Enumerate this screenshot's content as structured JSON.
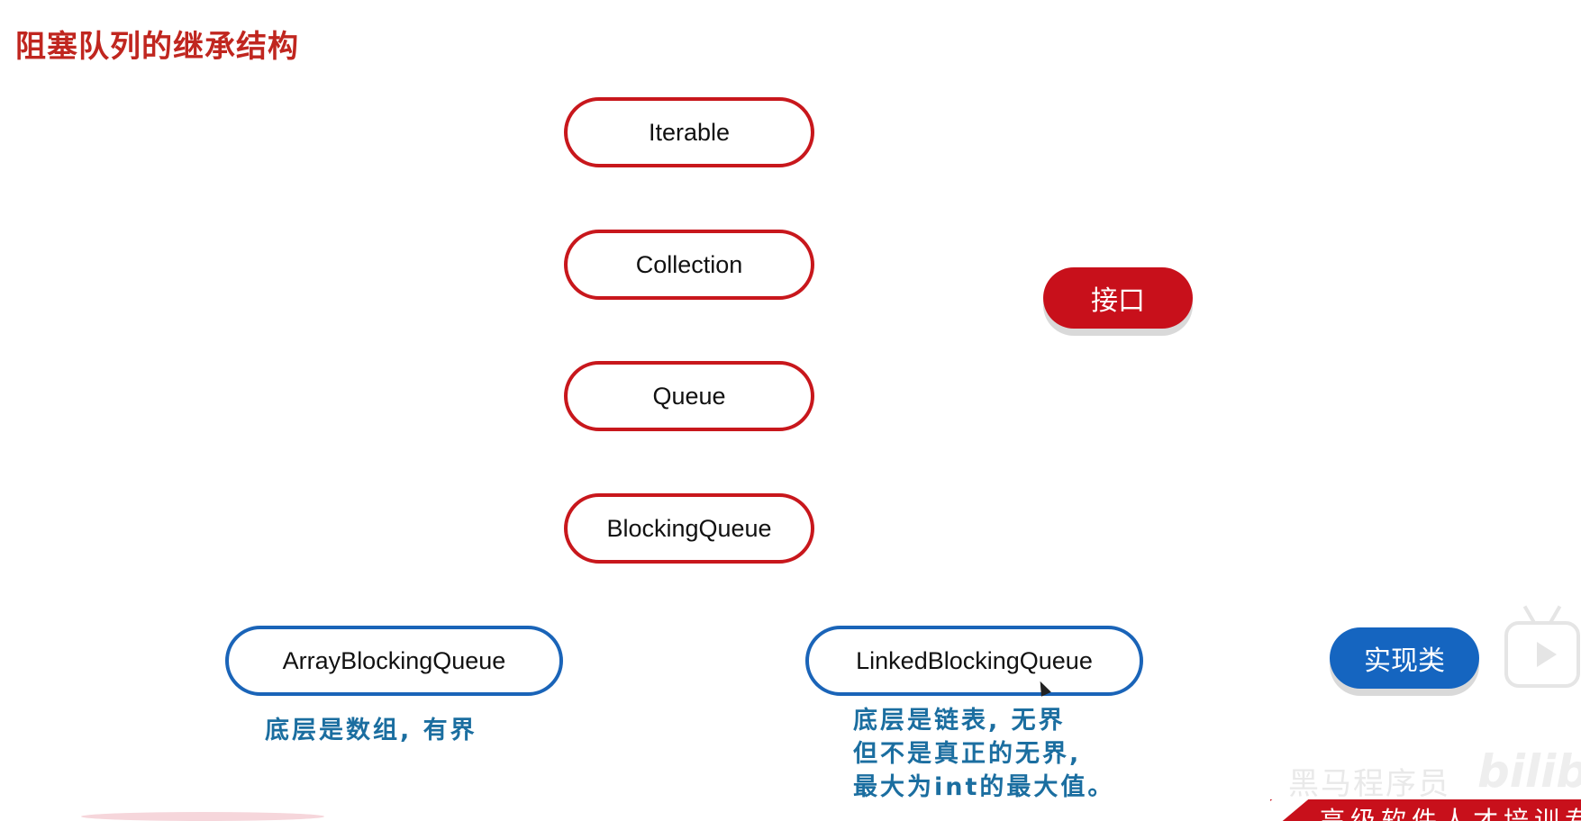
{
  "title": "阻塞队列的继承结构",
  "interfaces": [
    "Iterable",
    "Collection",
    "Queue",
    "BlockingQueue"
  ],
  "implementations": [
    {
      "name": "ArrayBlockingQueue",
      "note": [
        "底层是数组, 有界"
      ]
    },
    {
      "name": "LinkedBlockingQueue",
      "note": [
        "底层是链表, 无界",
        "但不是真正的无界,",
        "最大为int的最大值。"
      ]
    }
  ],
  "legend": {
    "interface_label": "接口",
    "implementation_label": "实现类"
  },
  "colors": {
    "interface": "#c8171c",
    "implementation": "#1a64b8",
    "title": "#c0261f",
    "note": "#1b6ea0"
  },
  "icons": [
    "bilibili-tv-icon"
  ],
  "watermark": {
    "text": "黑马程序员",
    "logo": "bilibili",
    "banner": "高级软件人才培训专家"
  }
}
